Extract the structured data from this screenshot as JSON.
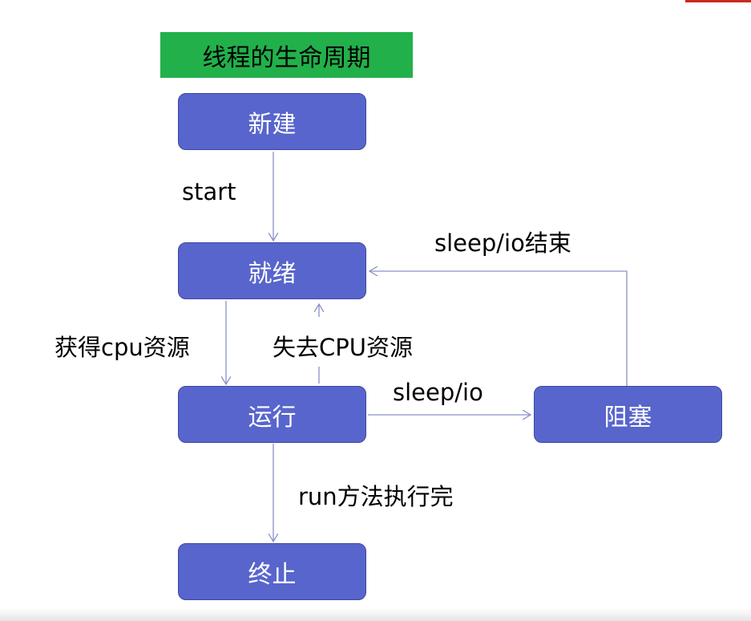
{
  "title": "线程的生命周期",
  "nodes": {
    "new": "新建",
    "ready": "就绪",
    "running": "运行",
    "blocked": "阻塞",
    "terminated": "终止"
  },
  "edges": {
    "start": "start",
    "get_cpu": "获得cpu资源",
    "lose_cpu": "失去CPU资源",
    "sleep_io": "sleep/io",
    "sleep_io_end": "sleep/io结束",
    "run_done": "run方法执行完"
  },
  "colors": {
    "node": "#5865cc",
    "title_bg": "#22b04b",
    "arrow": "#8a90c8"
  }
}
